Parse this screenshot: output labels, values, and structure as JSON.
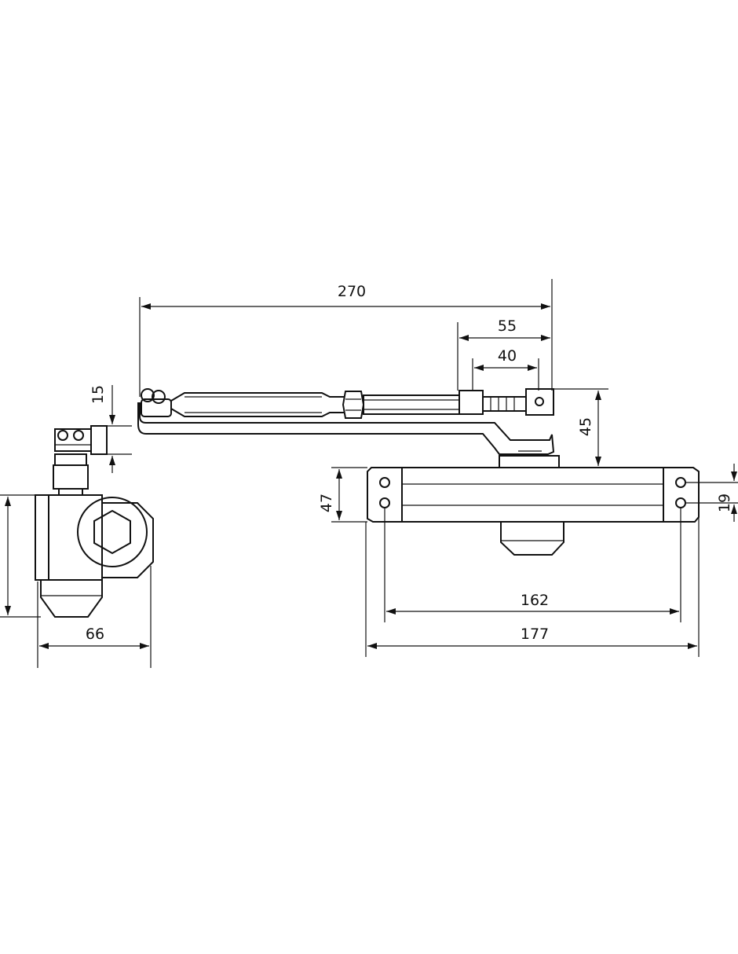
{
  "drawing": {
    "dimensions": {
      "overall_arm_length": "270",
      "bracket_outer": "55",
      "bracket_inner": "40",
      "arm_height": "45",
      "bracket_thickness": "15",
      "body_height": "47",
      "hole_spacing_vertical": "19",
      "side_height": "",
      "side_width": "66",
      "hole_spacing_horizontal": "162",
      "body_length": "177"
    }
  }
}
